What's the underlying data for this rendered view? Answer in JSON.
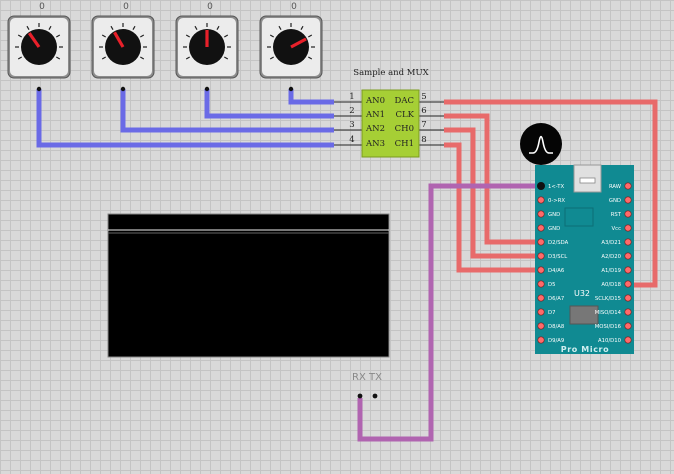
{
  "knobs": [
    {
      "value_label": "0",
      "angle": -35
    },
    {
      "value_label": "0",
      "angle": -30
    },
    {
      "value_label": "0",
      "angle": 0
    },
    {
      "value_label": "0",
      "angle": 62
    }
  ],
  "mux": {
    "title": "Sample and MUX",
    "left_pins": [
      {
        "number": "1",
        "label": "AN0"
      },
      {
        "number": "2",
        "label": "AN1"
      },
      {
        "number": "3",
        "label": "AN2"
      },
      {
        "number": "4",
        "label": "AN3"
      }
    ],
    "right_pins": [
      {
        "number": "5",
        "label": "DAC"
      },
      {
        "number": "6",
        "label": "CLK"
      },
      {
        "number": "7",
        "label": "CH0"
      },
      {
        "number": "8",
        "label": "CH1"
      }
    ]
  },
  "scope": {
    "label": "RX"
  },
  "terminal": {
    "label": "RX TX"
  },
  "board": {
    "name": "Pro Micro",
    "chip": "U32",
    "left_pins": [
      "1<-TX",
      "0->RX",
      "GND",
      "GND",
      "D2/SDA",
      "D3/SCL",
      "D4/A6",
      "D5",
      "D6/A7",
      "D7",
      "D8/A8",
      "D9/A9"
    ],
    "right_pins": [
      "RAW",
      "GND",
      "RST",
      "Vcc",
      "A3/D21",
      "A2/D20",
      "A1/D19",
      "A0/D18",
      "SCLK/D15",
      "MISO/D14",
      "MOSI/D16",
      "A10/D10"
    ]
  },
  "colors": {
    "blue_wire": "#6a6ae6",
    "red_wire": "#e86a6a",
    "purple_wire": "#b064b0",
    "board": "#108a92",
    "mux_chip": "#a6cf35",
    "knob_pointer": "#e8202a"
  }
}
